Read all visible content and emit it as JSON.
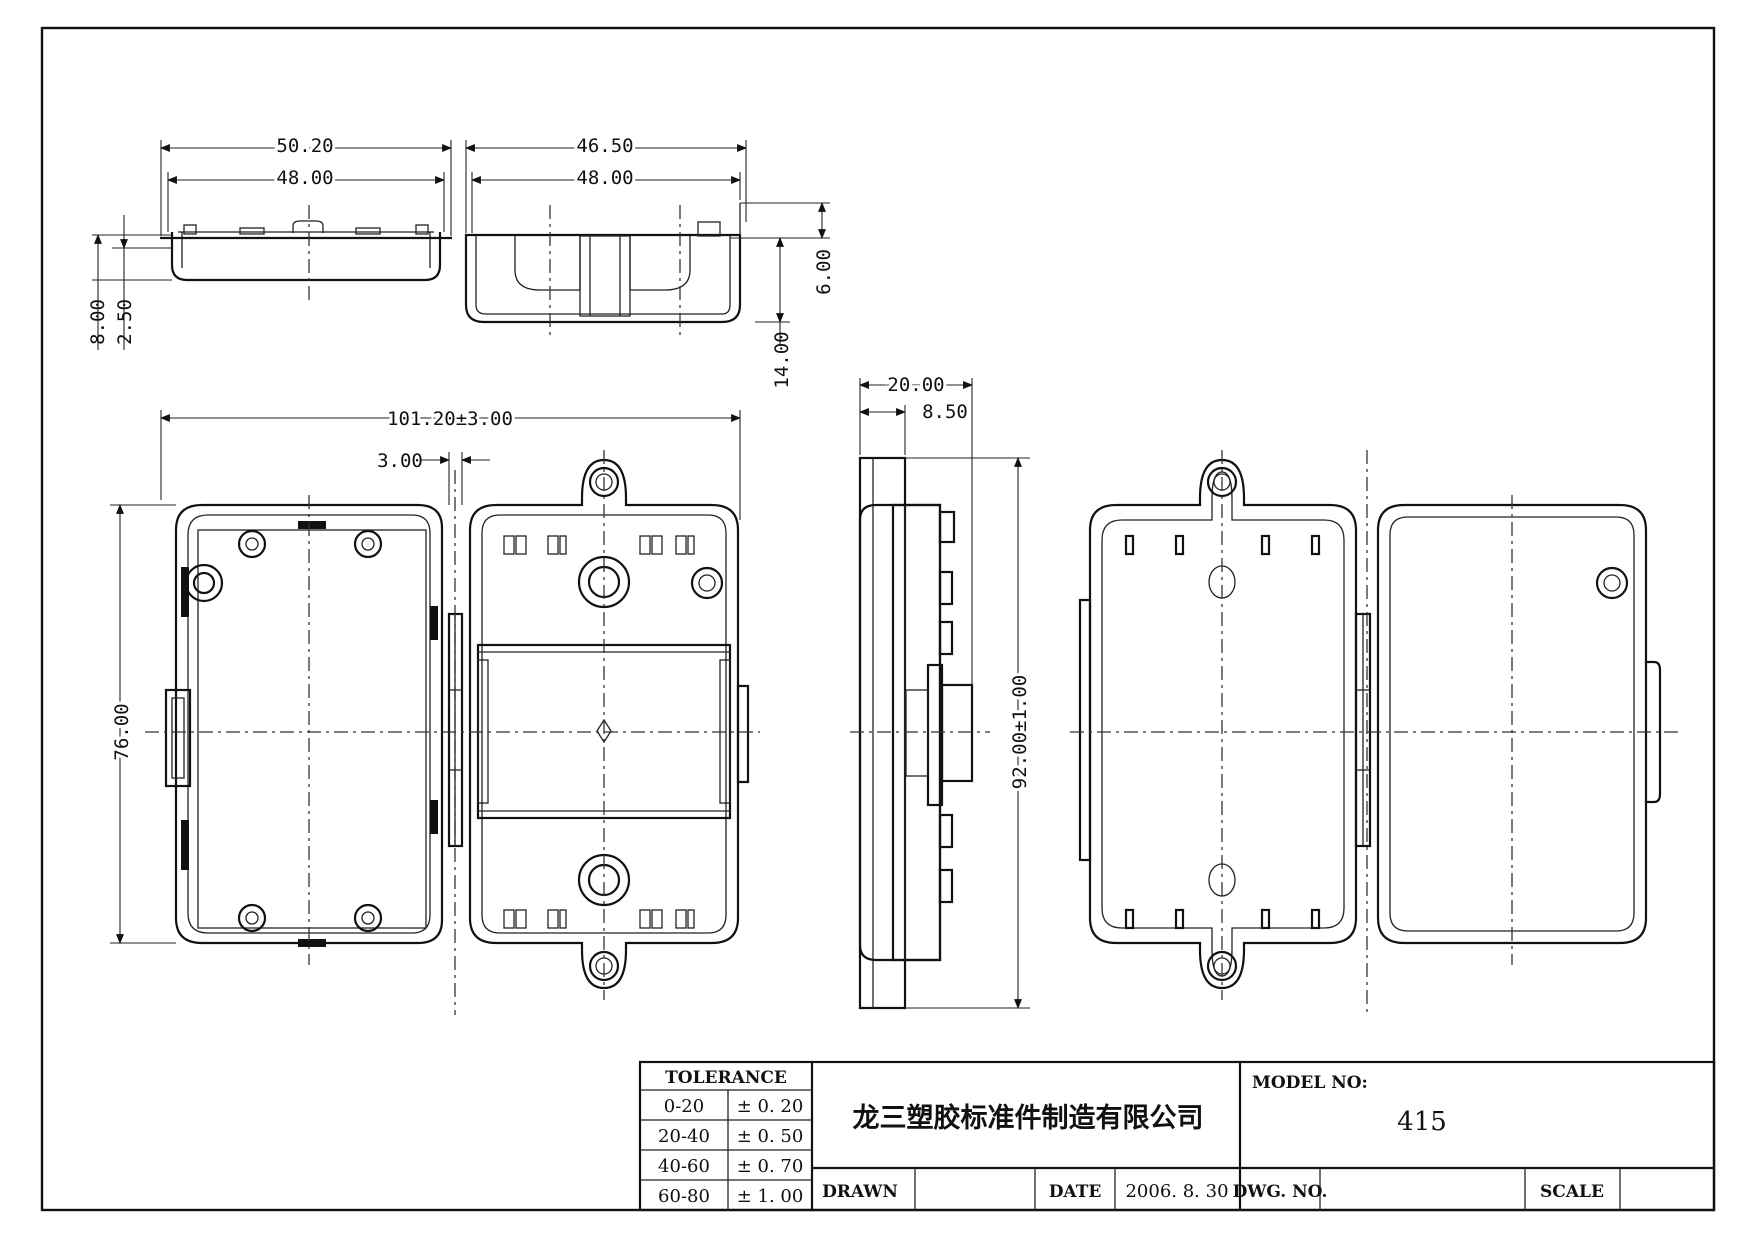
{
  "dimensions": {
    "top_left_width_outer": "50.20",
    "top_left_width_inner": "48.00",
    "top_right_width_outer": "46.50",
    "top_right_width_inner": "48.00",
    "left_height_total": "8.00",
    "left_height_lip": "2.50",
    "right_height_small": "6.00",
    "right_height_total": "14.00",
    "front_width_total": "101.20±3.00",
    "hinge_gap": "3.00",
    "front_height": "76.00",
    "side_width_total": "20.00",
    "side_width_inner": "8.50",
    "side_height": "92.00±1.00"
  },
  "title_block": {
    "tolerance_header": "TOLERANCE",
    "tolerance_rows": [
      {
        "range": "0-20",
        "value": "± 0. 20"
      },
      {
        "range": "20-40",
        "value": "± 0. 50"
      },
      {
        "range": "40-60",
        "value": "± 0. 70"
      },
      {
        "range": "60-80",
        "value": "± 1. 00"
      }
    ],
    "company": "龙三塑胶标准件制造有限公司",
    "model_label": "MODEL NO:",
    "model_no": "415",
    "drawn_label": "DRAWN",
    "date_label": "DATE",
    "date_value": "2006. 8. 30",
    "dwg_label": "DWG. NO.",
    "scale_label": "SCALE"
  }
}
